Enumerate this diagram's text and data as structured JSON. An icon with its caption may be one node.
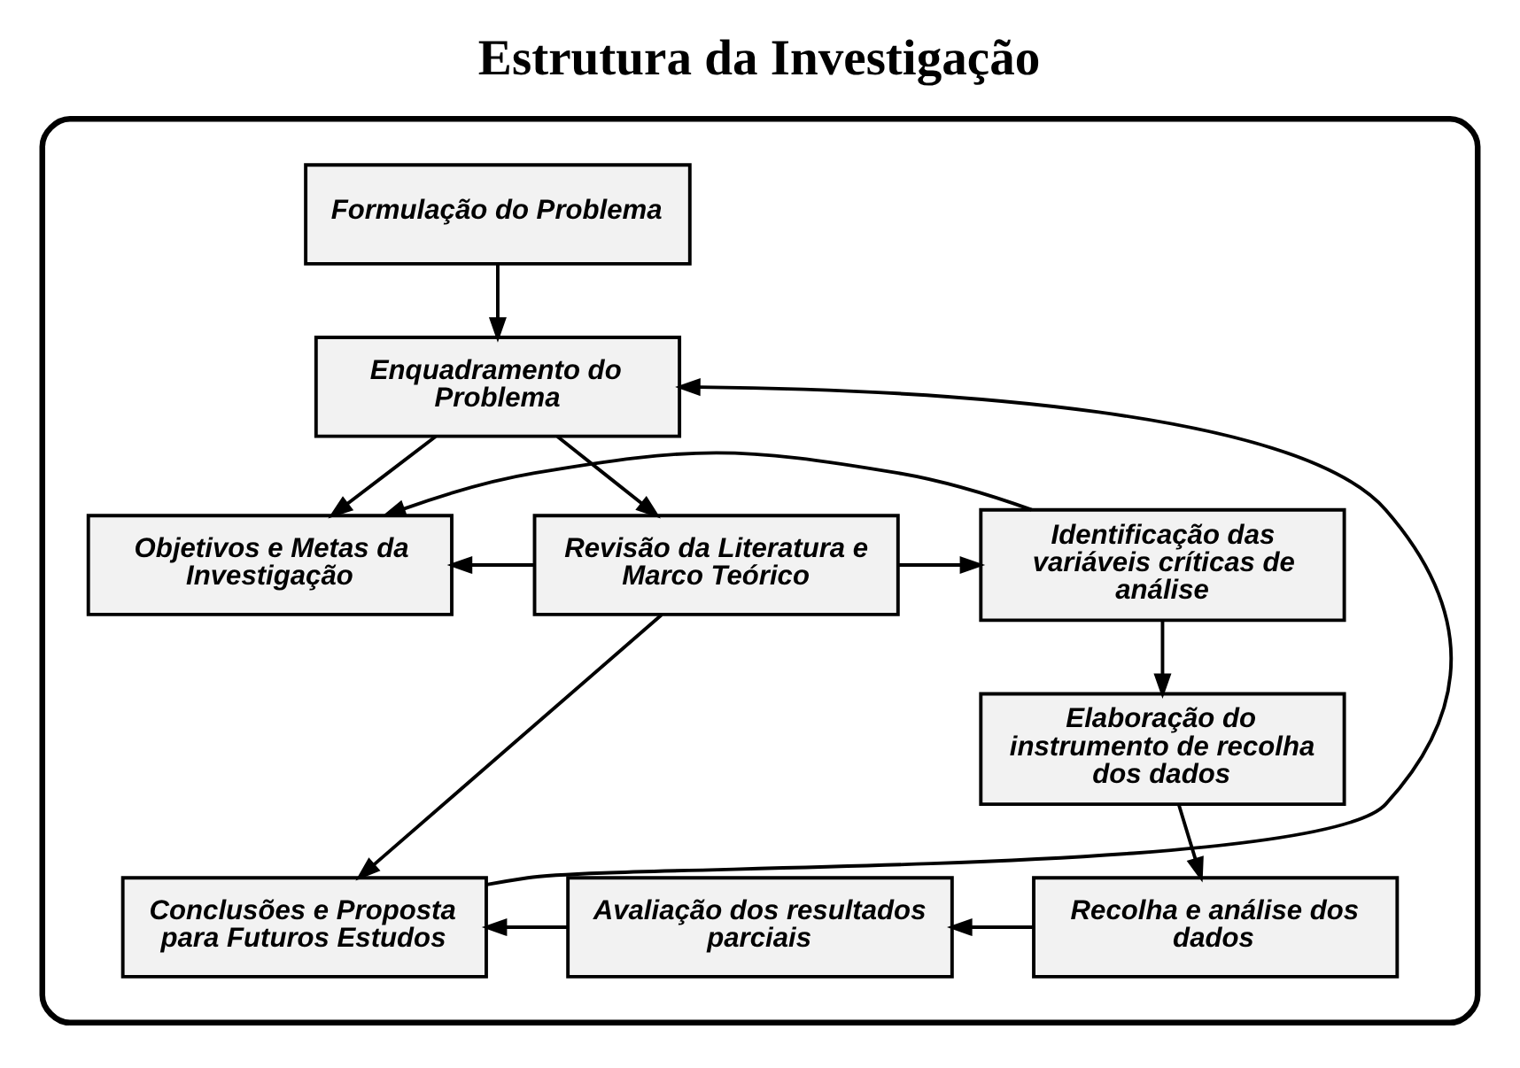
{
  "diagram": {
    "title": "Estrutura da Investigação",
    "nodes": [
      {
        "text": [],
        "shape": "box"
      },
      {
        "text": [
          "Formulação do Problema"
        ],
        "in": 0
      },
      {
        "text": [
          "Enquadramento do Problema"
        ],
        "in": 0
      },
      {
        "text": [
          "Objetivos e Metas da Investigação"
        ],
        "in": 0
      },
      {
        "text": [
          "Revisão da Literatura e Marco Teórico"
        ],
        "in": 0
      },
      {
        "text": [
          "Identificação das variáveis críticas de análise"
        ],
        "in": 0
      },
      {
        "text": [
          "Elaboração do instrumento de recolha dos dados"
        ],
        "in": 0
      },
      {
        "text": [
          "Conclusões e Proposta para Futuros Estudos"
        ],
        "in": 0
      },
      {
        "text": [
          "Avaliação dos resultados parciais"
        ],
        "in": 0
      },
      {
        "text": [
          "Recolha e análise dos dados"
        ],
        "in": 0
      }
    ],
    "edges": [
      {
        "from": 1,
        "to": 2,
        "arrow": "to"
      },
      {
        "from": 2,
        "to": 3,
        "arrow": "to"
      },
      {
        "from": 2,
        "to": 4,
        "arrow": "to"
      },
      {
        "from": 4,
        "to": 3,
        "arrow": "to"
      },
      {
        "from": 4,
        "to": 5,
        "arrow": "to"
      },
      {
        "from": 5,
        "to": 3,
        "arrow": "to"
      },
      {
        "from": 5,
        "to": 6,
        "arrow": "to"
      },
      {
        "from": 6,
        "to": 9,
        "arrow": "to"
      },
      {
        "from": 9,
        "to": 8,
        "arrow": "to"
      },
      {
        "from": 8,
        "to": 7,
        "arrow": "to"
      },
      {
        "from": 4,
        "to": 7,
        "arrow": "to"
      },
      {
        "from": 7,
        "to": 2,
        "arrow": "to"
      }
    ]
  }
}
